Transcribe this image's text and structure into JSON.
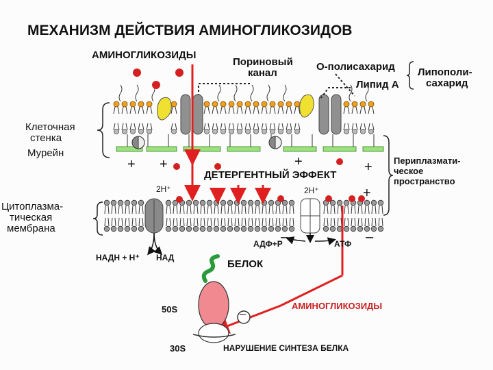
{
  "title": "МЕХАНИЗМ ДЕЙСТВИЯ АМИНОГЛИКОЗИДОВ",
  "labels": {
    "aminoglycosides_top": "АМИНОГЛИКОЗИДЫ",
    "porin_channel_1": "Пориновый",
    "porin_channel_2": "канал",
    "o_polysaccharide": "О-полисахарид",
    "lipid_a": "Липид А",
    "lps_1": "Липополи-",
    "lps_2": "сахарид",
    "cell_wall_1": "Клеточная",
    "cell_wall_2": "стенка",
    "murein": "Мурейн",
    "periplasm_1": "Периплазмати-",
    "periplasm_2": "ческое",
    "periplasm_3": "пространство",
    "detergent_effect": "ДЕТЕРГЕНТНЫЙ ЭФФЕКТ",
    "membrane_1": "Цитоплазма-",
    "membrane_2": "тическая",
    "membrane_3": "мембрана",
    "h2_left": "2Н⁺",
    "h2_right": "2Н⁺",
    "adp": "АДФ+Р",
    "atp": "АТФ",
    "nadh": "НАДН + Н⁺",
    "nad": "НАД",
    "protein": "БЕЛОК",
    "ribosome_50s": "50S",
    "ribosome_30s": "30S",
    "aminoglycosides_bottom": "АМИНОГЛИКОЗИДЫ",
    "protein_synthesis_disruption": "НАРУШЕНИЕ СИНТЕЗА БЕЛКА"
  },
  "charges": {
    "plus": "+",
    "minus": "–",
    "ribosome_minus": "–"
  },
  "colors": {
    "drug_red": "#d42020",
    "arrow_red": "#e02020",
    "lipid_orange": "#f0a020",
    "yellow_protein": "#f0e030",
    "porin_gray": "#909090",
    "murein_green": "#9ae27a",
    "membrane_gray": "#8a8a8a",
    "ribosome_large": "#f08a90",
    "protein_green": "#2a9a3a"
  }
}
